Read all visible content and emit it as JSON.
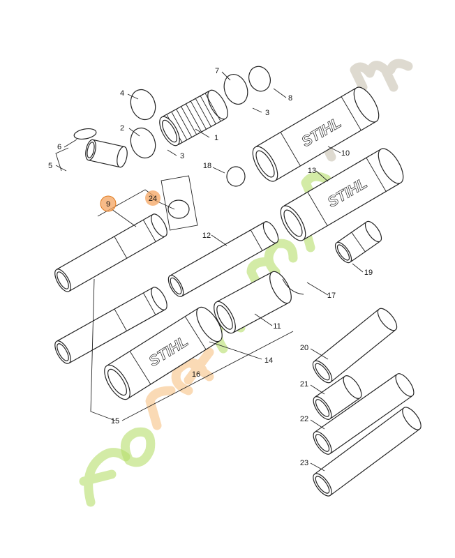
{
  "diagram": {
    "watermark": {
      "text": "forexjardin.com",
      "colors": {
        "green": "#b5dd6a",
        "orange": "#f6c184",
        "grey": "#c8c2b0"
      }
    },
    "brand_mark": "STIHL",
    "highlight_color": "#f4a460",
    "labels": {
      "p1": "1",
      "p2": "2",
      "p3a": "3",
      "p3b": "3",
      "p4": "4",
      "p5": "5",
      "p6": "6",
      "p7": "7",
      "p8": "8",
      "p9": "9",
      "p10": "10",
      "p11": "11",
      "p12": "12",
      "p13": "13",
      "p14": "14",
      "p15": "15",
      "p16": "16",
      "p17": "17",
      "p18": "18",
      "p19": "19",
      "p20": "20",
      "p21": "21",
      "p22": "22",
      "p23": "23",
      "p24": "24"
    },
    "highlighted": [
      "9",
      "24"
    ]
  }
}
